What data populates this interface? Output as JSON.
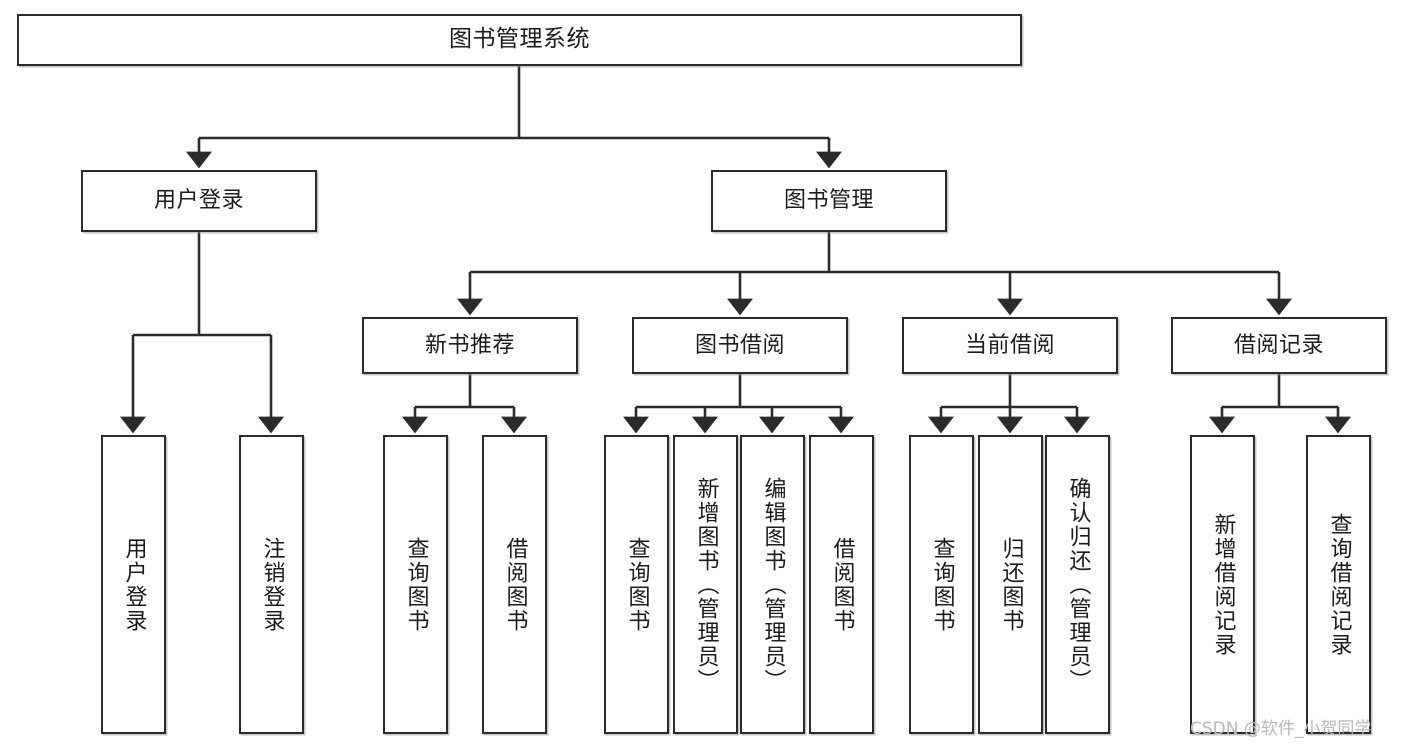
{
  "diagram": {
    "title": "图书管理系统",
    "type": "hierarchy-tree",
    "watermark": "CSDN @软件_小贺同学",
    "colors": {
      "border": "#2b2b2b",
      "background": "#ffffff",
      "text": "#1c1c1c",
      "watermark": "#b9b9b9"
    },
    "root": {
      "label": "图书管理系统"
    },
    "level1": [
      {
        "label": "用户登录"
      },
      {
        "label": "图书管理"
      }
    ],
    "level2": [
      {
        "label": "新书推荐"
      },
      {
        "label": "图书借阅"
      },
      {
        "label": "当前借阅"
      },
      {
        "label": "借阅记录"
      }
    ],
    "leaves": {
      "user_login": [
        {
          "label": "用户登录"
        },
        {
          "label": "注销登录"
        }
      ],
      "new_book_recommend": [
        {
          "label": "查询图书"
        },
        {
          "label": "借阅图书"
        }
      ],
      "book_borrow": [
        {
          "label": "查询图书"
        },
        {
          "label": "新增图书（管理员）"
        },
        {
          "label": "编辑图书（管理员）"
        },
        {
          "label": "借阅图书"
        }
      ],
      "current_borrow": [
        {
          "label": "查询图书"
        },
        {
          "label": "归还图书"
        },
        {
          "label": "确认归还（管理员）"
        }
      ],
      "borrow_record": [
        {
          "label": "新增借阅记录"
        },
        {
          "label": "查询借阅记录"
        }
      ]
    }
  }
}
